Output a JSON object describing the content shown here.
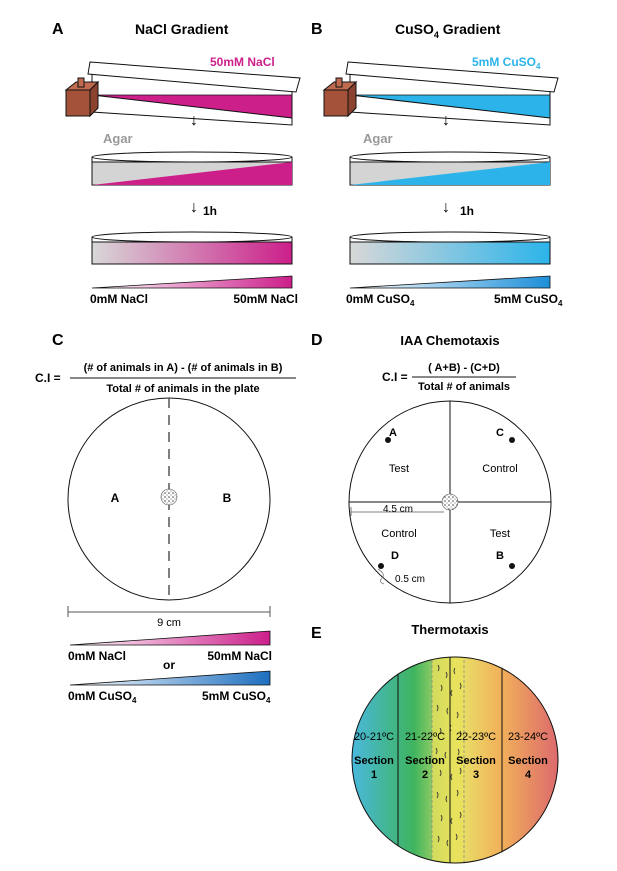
{
  "colors": {
    "magenta": "#cc1f8a",
    "cyan": "#2cb4ea",
    "blue": "#1d6fbf",
    "brick": "#a5523a",
    "agar": "#d4d4d4"
  },
  "panel_a": {
    "letter": "A",
    "title": "NaCl Gradient",
    "source_label": "50mM NaCl",
    "agar_label": "Agar",
    "time_label": "1h",
    "scale_left": "0mM NaCl",
    "scale_right": "50mM NaCl"
  },
  "panel_b": {
    "letter": "B",
    "title_main": "CuSO",
    "title_sub": "4",
    "title_rest": " Gradient",
    "source_label_main": "5mM CuSO",
    "source_label_sub": "4",
    "agar_label": "Agar",
    "time_label": "1h",
    "scale_left_main": "0mM CuSO",
    "scale_left_sub": "4",
    "scale_right_main": "5mM CuSO",
    "scale_right_sub": "4"
  },
  "panel_c": {
    "letter": "C",
    "ci_label": "C.I =",
    "numerator": "(# of animals in A) - (# of animals in B)",
    "denominator": "Total # of animals in the plate",
    "region_a": "A",
    "region_b": "B",
    "diameter_label": "9 cm",
    "nacl_left": "0mM NaCl",
    "nacl_right": "50mM NaCl",
    "or_label": "or",
    "cuso_left_main": "0mM CuSO",
    "cuso_left_sub": "4",
    "cuso_right_main": "5mM CuSO",
    "cuso_right_sub": "4"
  },
  "panel_d": {
    "letter": "D",
    "title": "IAA Chemotaxis",
    "ci_label": "C.I =",
    "numerator": "( A+B) - (C+D)",
    "denominator": "Total # of animals",
    "spot_a": "A",
    "spot_b": "B",
    "spot_c": "C",
    "spot_d": "D",
    "q_top_left": "Test",
    "q_top_right": "Control",
    "q_bottom_left": "Control",
    "q_bottom_right": "Test",
    "radius_label": "4.5 cm",
    "offset_label": "0.5 cm"
  },
  "panel_e": {
    "letter": "E",
    "title": "Thermotaxis",
    "sections": [
      {
        "temp": "20-21ºC",
        "name": "Section",
        "num": "1"
      },
      {
        "temp": "21-22ºC",
        "name": "Section",
        "num": "2"
      },
      {
        "temp": "22-23ºC",
        "name": "Section",
        "num": "3"
      },
      {
        "temp": "23-24ºC",
        "name": "Section",
        "num": "4"
      }
    ]
  }
}
